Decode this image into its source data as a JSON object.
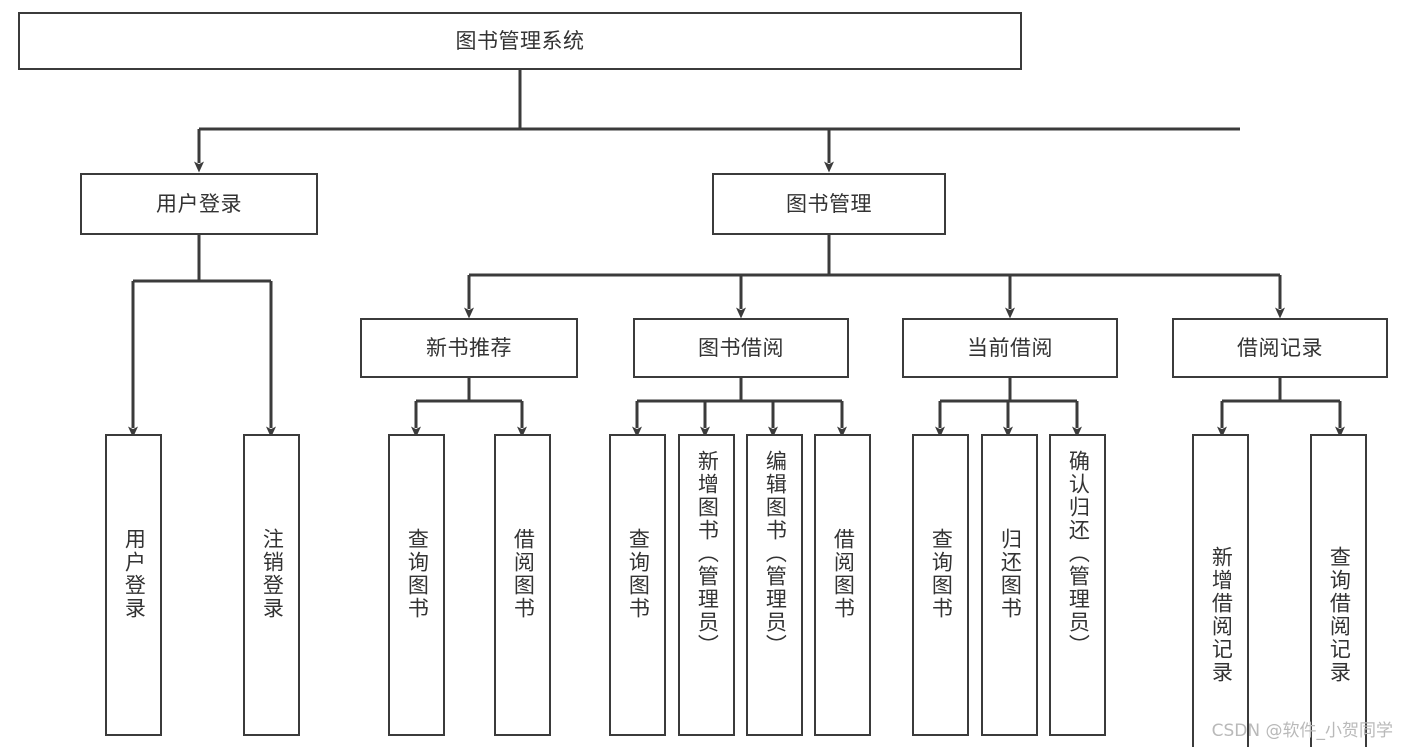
{
  "diagram": {
    "title": "图书管理系统",
    "root": {
      "label": "图书管理系统"
    },
    "level1": [
      {
        "label": "用户登录"
      },
      {
        "label": "图书管理"
      }
    ],
    "level2": [
      {
        "label": "新书推荐"
      },
      {
        "label": "图书借阅"
      },
      {
        "label": "当前借阅"
      },
      {
        "label": "借阅记录"
      }
    ],
    "leaves": {
      "user_login": [
        {
          "label": "用户登录"
        },
        {
          "label": "注销登录"
        }
      ],
      "new_book_recommend": [
        {
          "label": "查询图书"
        },
        {
          "label": "借阅图书"
        }
      ],
      "book_borrow": [
        {
          "label": "查询图书"
        },
        {
          "label": "新增图书（管理员）"
        },
        {
          "label": "编辑图书（管理员）"
        },
        {
          "label": "借阅图书"
        }
      ],
      "current_borrow": [
        {
          "label": "查询图书"
        },
        {
          "label": "归还图书"
        },
        {
          "label": "确认归还（管理员）"
        }
      ],
      "borrow_record": [
        {
          "label": "新增借阅记录"
        },
        {
          "label": "查询借阅记录"
        }
      ]
    }
  },
  "watermark": {
    "text": "CSDN @软件_小贺同学"
  },
  "colors": {
    "stroke": "#3b3b3b",
    "text": "#333333",
    "background": "#ffffff",
    "watermark": "#b9b9b9"
  }
}
